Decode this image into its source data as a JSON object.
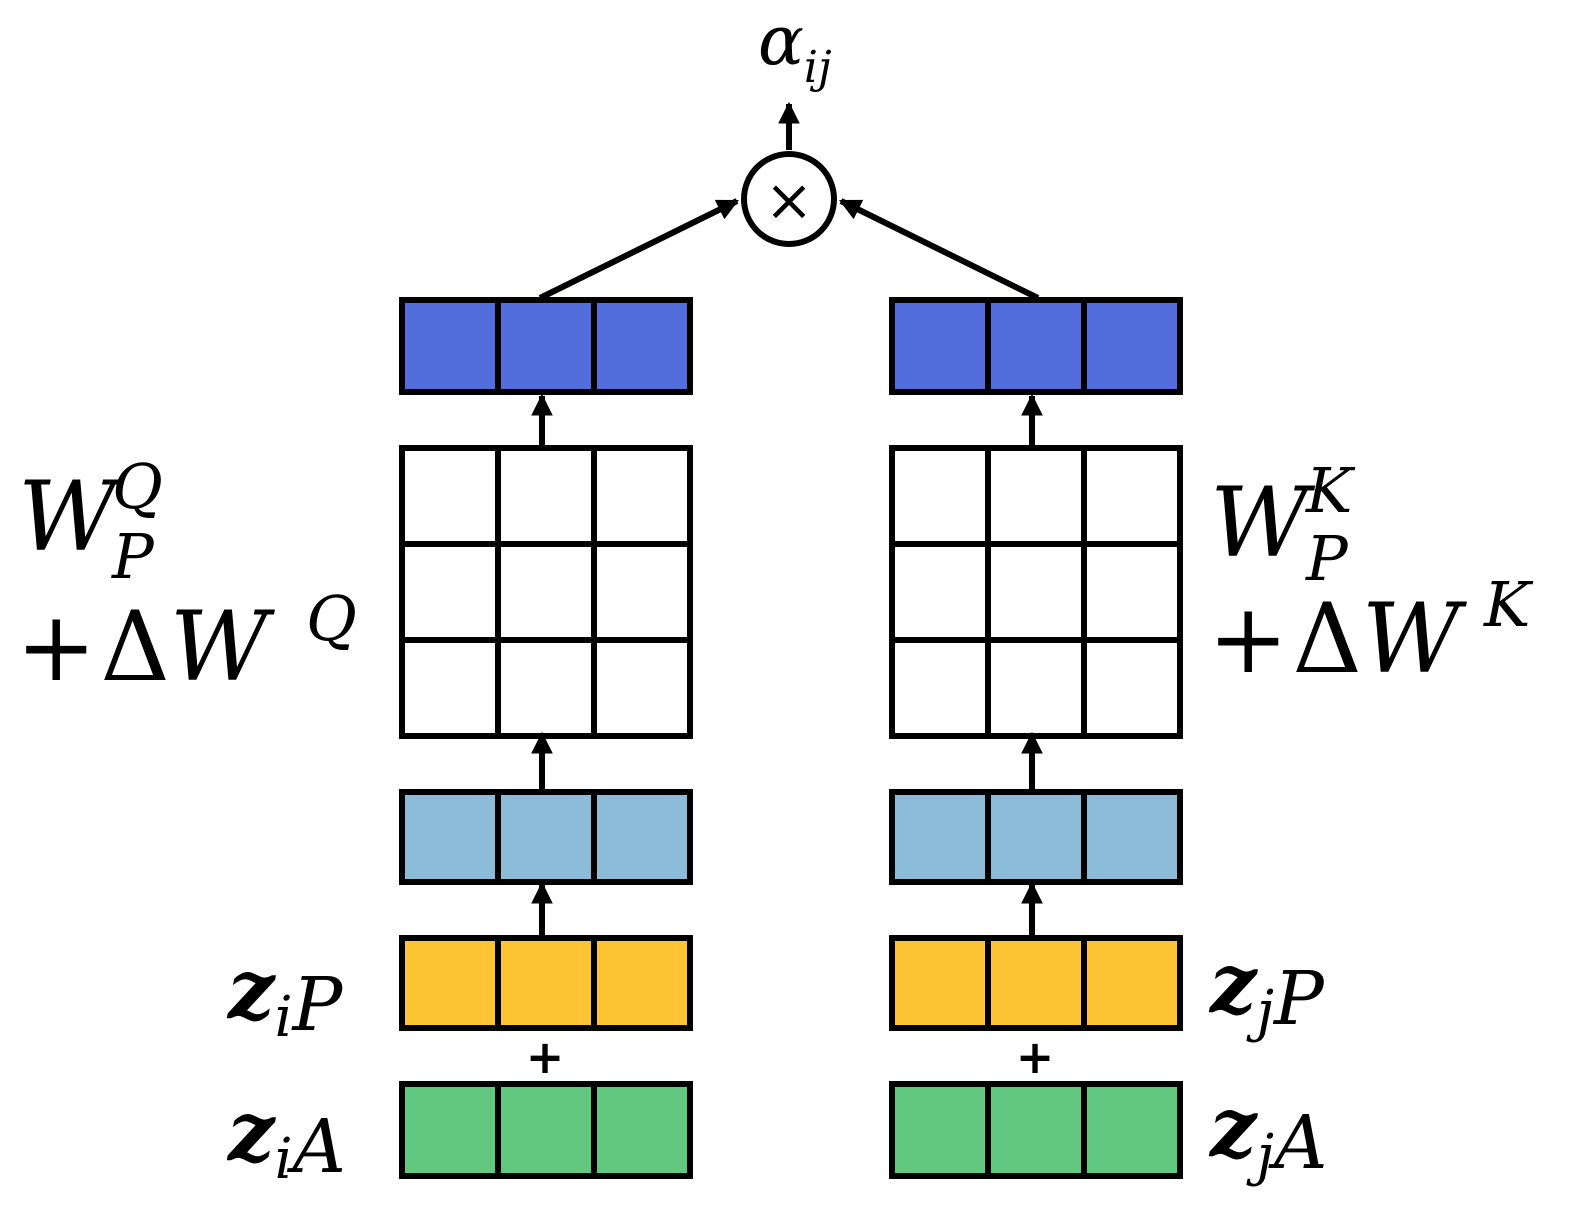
{
  "colors": {
    "query_key": "#546ddc",
    "projected": "#8bbbd6",
    "z_P": "#fdc533",
    "z_A": "#62c880",
    "weight_matrix": "#ffffff",
    "stroke": "#000000"
  },
  "output": {
    "alpha": "α",
    "alpha_sub": "ij",
    "multiply_symbol": "×"
  },
  "left": {
    "weight_label": {
      "W": "W",
      "sup": "Q",
      "sub": "P",
      "plus": "+",
      "delta": "Δ",
      "W2": "W",
      "sup2": "Q"
    },
    "z_P": {
      "z": "z",
      "sub_i": "i",
      "sub_p": "P"
    },
    "z_A": {
      "z": "z",
      "sub_i": "i",
      "sub_a": "A"
    },
    "plus": "+"
  },
  "right": {
    "weight_label": {
      "W": "W",
      "sup": "K",
      "sub": "P",
      "plus": "+",
      "delta": "Δ",
      "W2": "W",
      "sup2": "K"
    },
    "z_P": {
      "z": "z",
      "sub_i": "j",
      "sub_p": "P"
    },
    "z_A": {
      "z": "z",
      "sub_i": "j",
      "sub_a": "A"
    },
    "plus": "+"
  }
}
